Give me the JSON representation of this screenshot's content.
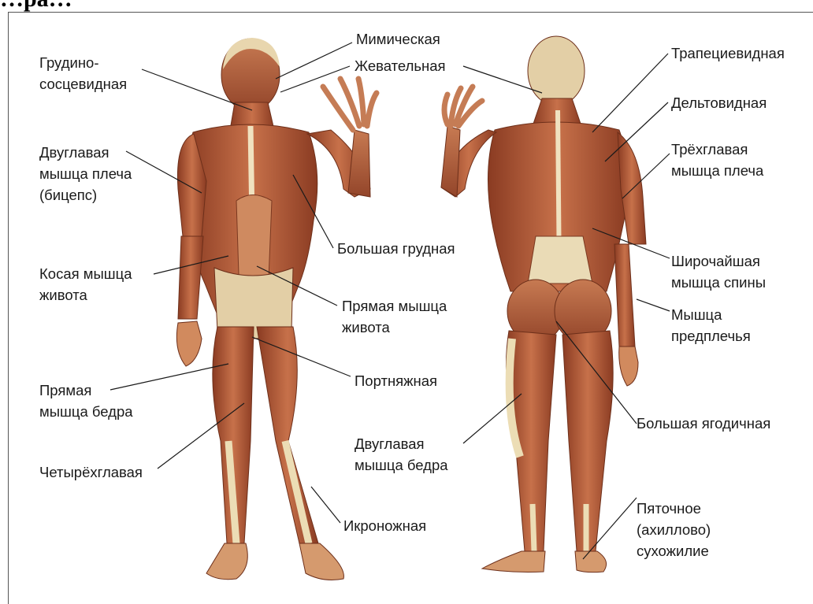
{
  "title": "…ра…",
  "colors": {
    "muscle": "#b8623d",
    "muscle_dark": "#8a3b22",
    "tendon": "#e9dcb8",
    "skin_light": "#f1e2c4",
    "line": "#1a1a1a"
  },
  "labels": {
    "mimicheskaya": "Мимическая",
    "zhevatelnaya": "Жевательная",
    "grudino": "Грудино-\nсосцевидная",
    "biceps": "Двуглавая\nмышца плеча\n(бицепс)",
    "bolshaya_grudnaya": "Большая грудная",
    "kosaya": "Косая мышца\nживота",
    "pryamaya_zhivota": "Прямая мышца\nживота",
    "portnyazhnaya": "Портняжная",
    "pryamaya_bedra": "Прямая\nмышца бедра",
    "chetyrekhglavaya": "Четырёхглавая",
    "ikronozhnaya": "Икроножная",
    "trapetsievidnaya": "Трапециевидная",
    "deltovidnaya": "Дельтовидная",
    "triceps": "Трёхглавая\nмышца плеча",
    "shirochayshaya": "Широчайшая\nмышца спины",
    "predplechya": "Мышца\nпредплечья",
    "yagodichnaya": "Большая ягодичная",
    "dvuglavaya_bedra": "Двуглавая\nмышца бедра",
    "achilles": "Пяточное\n(ахиллово)\nсухожилие"
  }
}
